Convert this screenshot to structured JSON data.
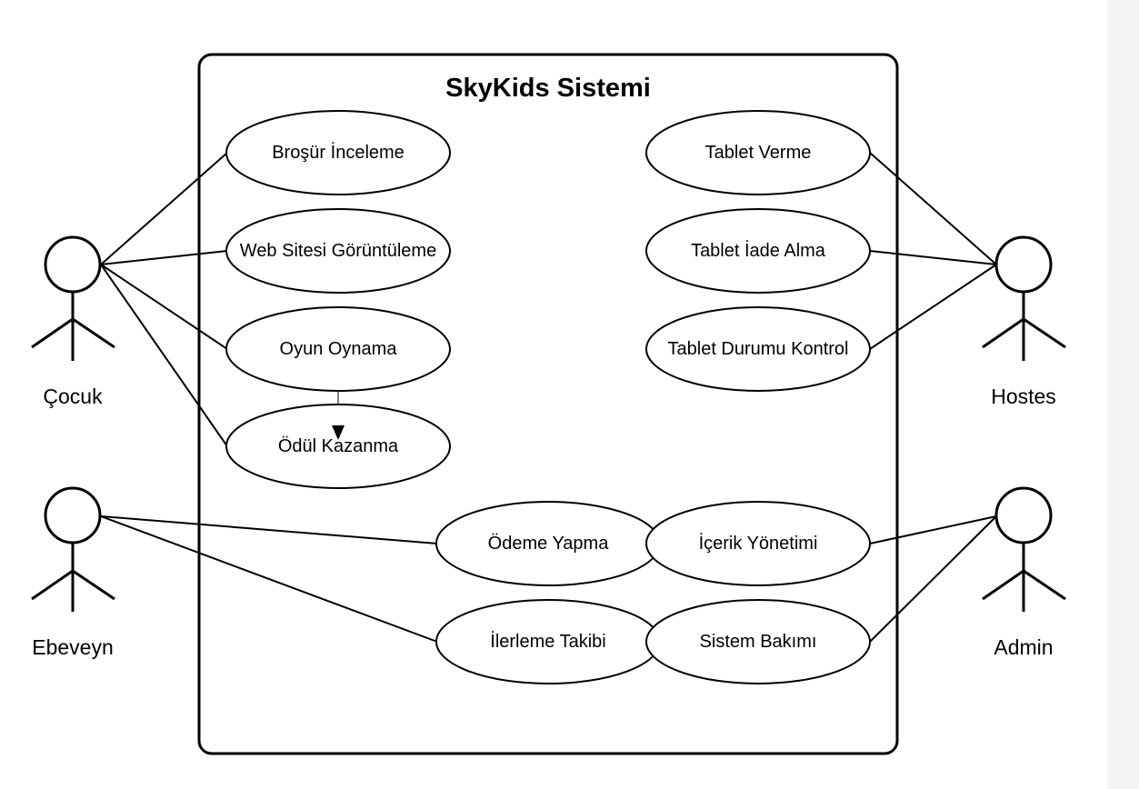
{
  "system": {
    "title": "SkyKids Sistemi"
  },
  "actors": {
    "cocuk": "Çocuk",
    "ebeveyn": "Ebeveyn",
    "hostes": "Hostes",
    "admin": "Admin"
  },
  "use_cases": {
    "brosur": "Broşür İnceleme",
    "web": "Web Sitesi Görüntüleme",
    "oyun": "Oyun Oynama",
    "odul": "Ödül Kazanma",
    "tablet_verme": "Tablet Verme",
    "tablet_iade": "Tablet İade Alma",
    "tablet_durum": "Tablet Durumu Kontrol",
    "odeme": "Ödeme Yapma",
    "ilerleme": "İlerleme Takibi",
    "icerik": "İçerik Yönetimi",
    "bakim": "Sistem Bakımı"
  },
  "colors": {
    "stroke": "#000000",
    "background": "#ffffff",
    "side_strip": "#f4f4f4"
  }
}
